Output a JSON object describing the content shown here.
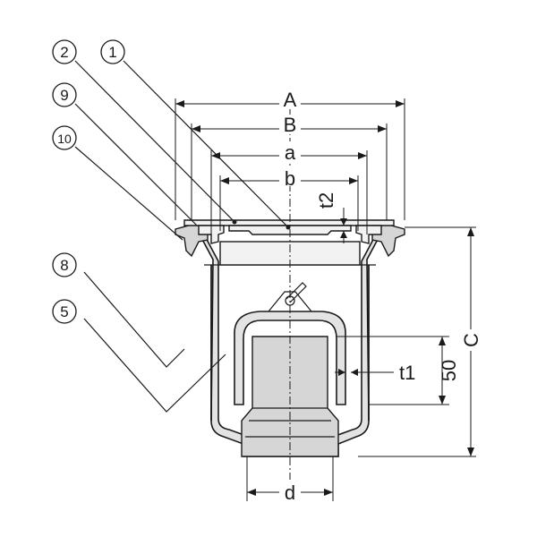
{
  "dimensions": {
    "A": "A",
    "B": "B",
    "a": "a",
    "b": "b",
    "t2": "t2",
    "t1": "t1",
    "d": "d",
    "C": "C",
    "h50": "50"
  },
  "callouts": [
    {
      "id": "c2",
      "label": "2"
    },
    {
      "id": "c1",
      "label": "1"
    },
    {
      "id": "c9",
      "label": "9"
    },
    {
      "id": "c10",
      "label": "10"
    },
    {
      "id": "c8",
      "label": "8"
    },
    {
      "id": "c5",
      "label": "5"
    }
  ]
}
